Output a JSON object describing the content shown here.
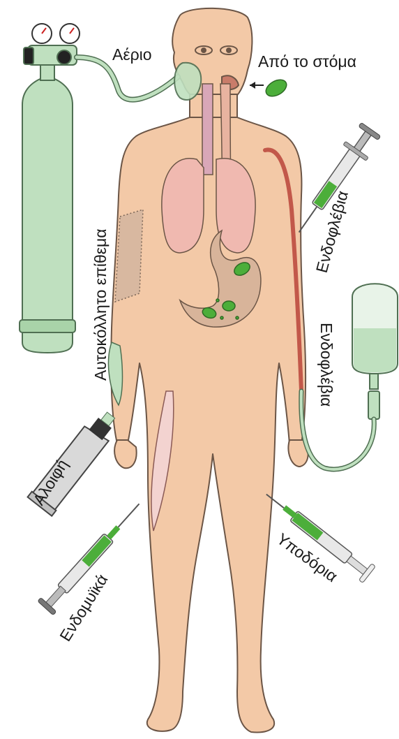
{
  "labels": {
    "gas": "Αέριο",
    "oral": "Από το στόμα",
    "patch": "Αυτοκόλλητο επίθεμα",
    "iv_syringe": "Ενδοφλέβια",
    "iv_drip": "Ενδοφλέβια",
    "ointment": "Αλοιφή",
    "intramuscular": "Ενδομυϊκά",
    "subcutaneous": "Υποδόρια"
  },
  "colors": {
    "skin": "#f3c9a7",
    "skin_outline": "#6b5546",
    "drug_green": "#4cae3a",
    "equipment_green": "#bfe0bf",
    "equipment_outline": "#4f6f52",
    "lung": "#f0b9b0",
    "stomach": "#d8b49a",
    "vein": "#c2584a"
  }
}
